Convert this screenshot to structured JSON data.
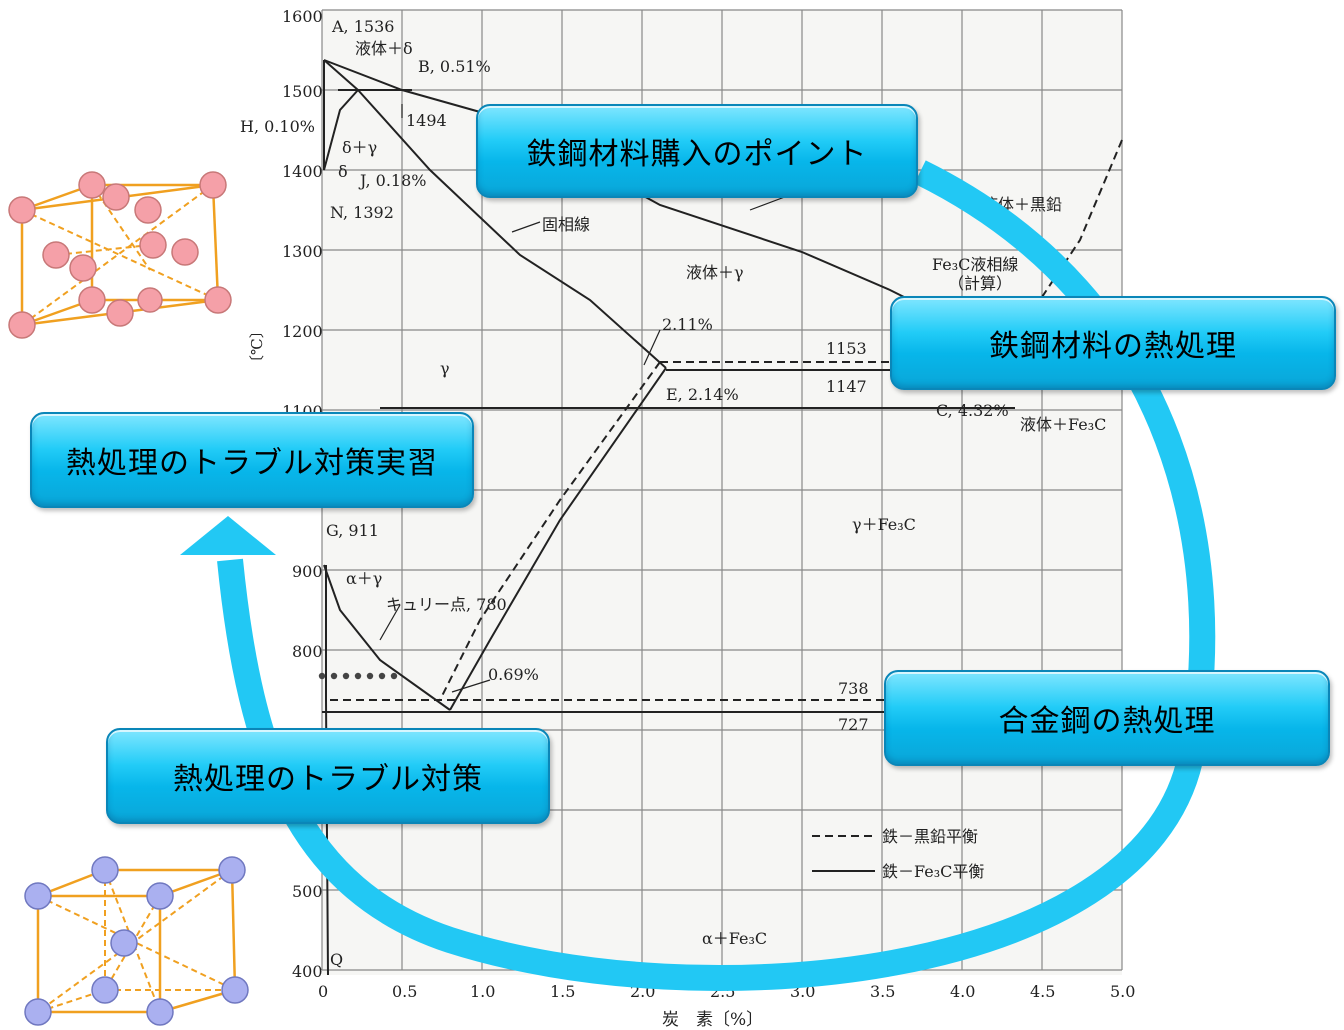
{
  "diagram": {
    "y_ticks": [
      "1600",
      "1500",
      "1400",
      "1300",
      "1200",
      "1100",
      "900",
      "800",
      "500",
      "400"
    ],
    "x_ticks": [
      "0",
      "0.5",
      "1.0",
      "1.5",
      "2.0",
      "2.5",
      "3.0",
      "3.5",
      "4.0",
      "4.5",
      "5.0"
    ],
    "x_axis_label": "炭　素〔%〕",
    "y_axis_label": "〔℃〕",
    "labels": {
      "A": "A, 1536",
      "liquid_delta": "液体＋δ",
      "B": "B, 0.51%",
      "H": "H, 0.10%",
      "t1494": "1494",
      "delta_gamma": "δ＋γ",
      "delta": "δ",
      "J": "J, 0.18%",
      "N": "N, 1392",
      "solidus": "固相線",
      "liquid_gamma": "液体＋γ",
      "liquid_graphite": "液体＋黒鉛",
      "fe3c_liquidus": "Fe₃C液相線",
      "calc": "（計算）",
      "gamma": "γ",
      "p211": "2.11%",
      "E": "E, 2.14%",
      "t1153": "1153",
      "t1147": "1147",
      "C": "C, 4.32%",
      "liquid_fe3c": "液体＋Fe₃C",
      "gamma_fe3c": "γ＋Fe₃C",
      "G": "G, 911",
      "alpha_gamma": "α＋γ",
      "curie": "キュリー点, 780",
      "p069": "0.69%",
      "t738": "738",
      "t727": "727",
      "legend_graphite": "鉄－黒鉛平衡",
      "legend_fe3c": "鉄－Fe₃C平衡",
      "alpha_fe3c": "α＋Fe₃C",
      "Q": "Q"
    }
  },
  "buttons": {
    "purchase": "鉄鋼材料購入のポイント",
    "heat_treatment": "鉄鋼材料の熱処理",
    "alloy": "合金鋼の熱処理",
    "trouble": "熱処理のトラブル対策",
    "trouble_practice": "熱処理のトラブル対策実習"
  },
  "colors": {
    "cycle_arrow": "#22c8f4",
    "fcc_atom": "#f5a0a8",
    "bcc_atom": "#aab0f0",
    "lattice_line": "#f0a020"
  }
}
